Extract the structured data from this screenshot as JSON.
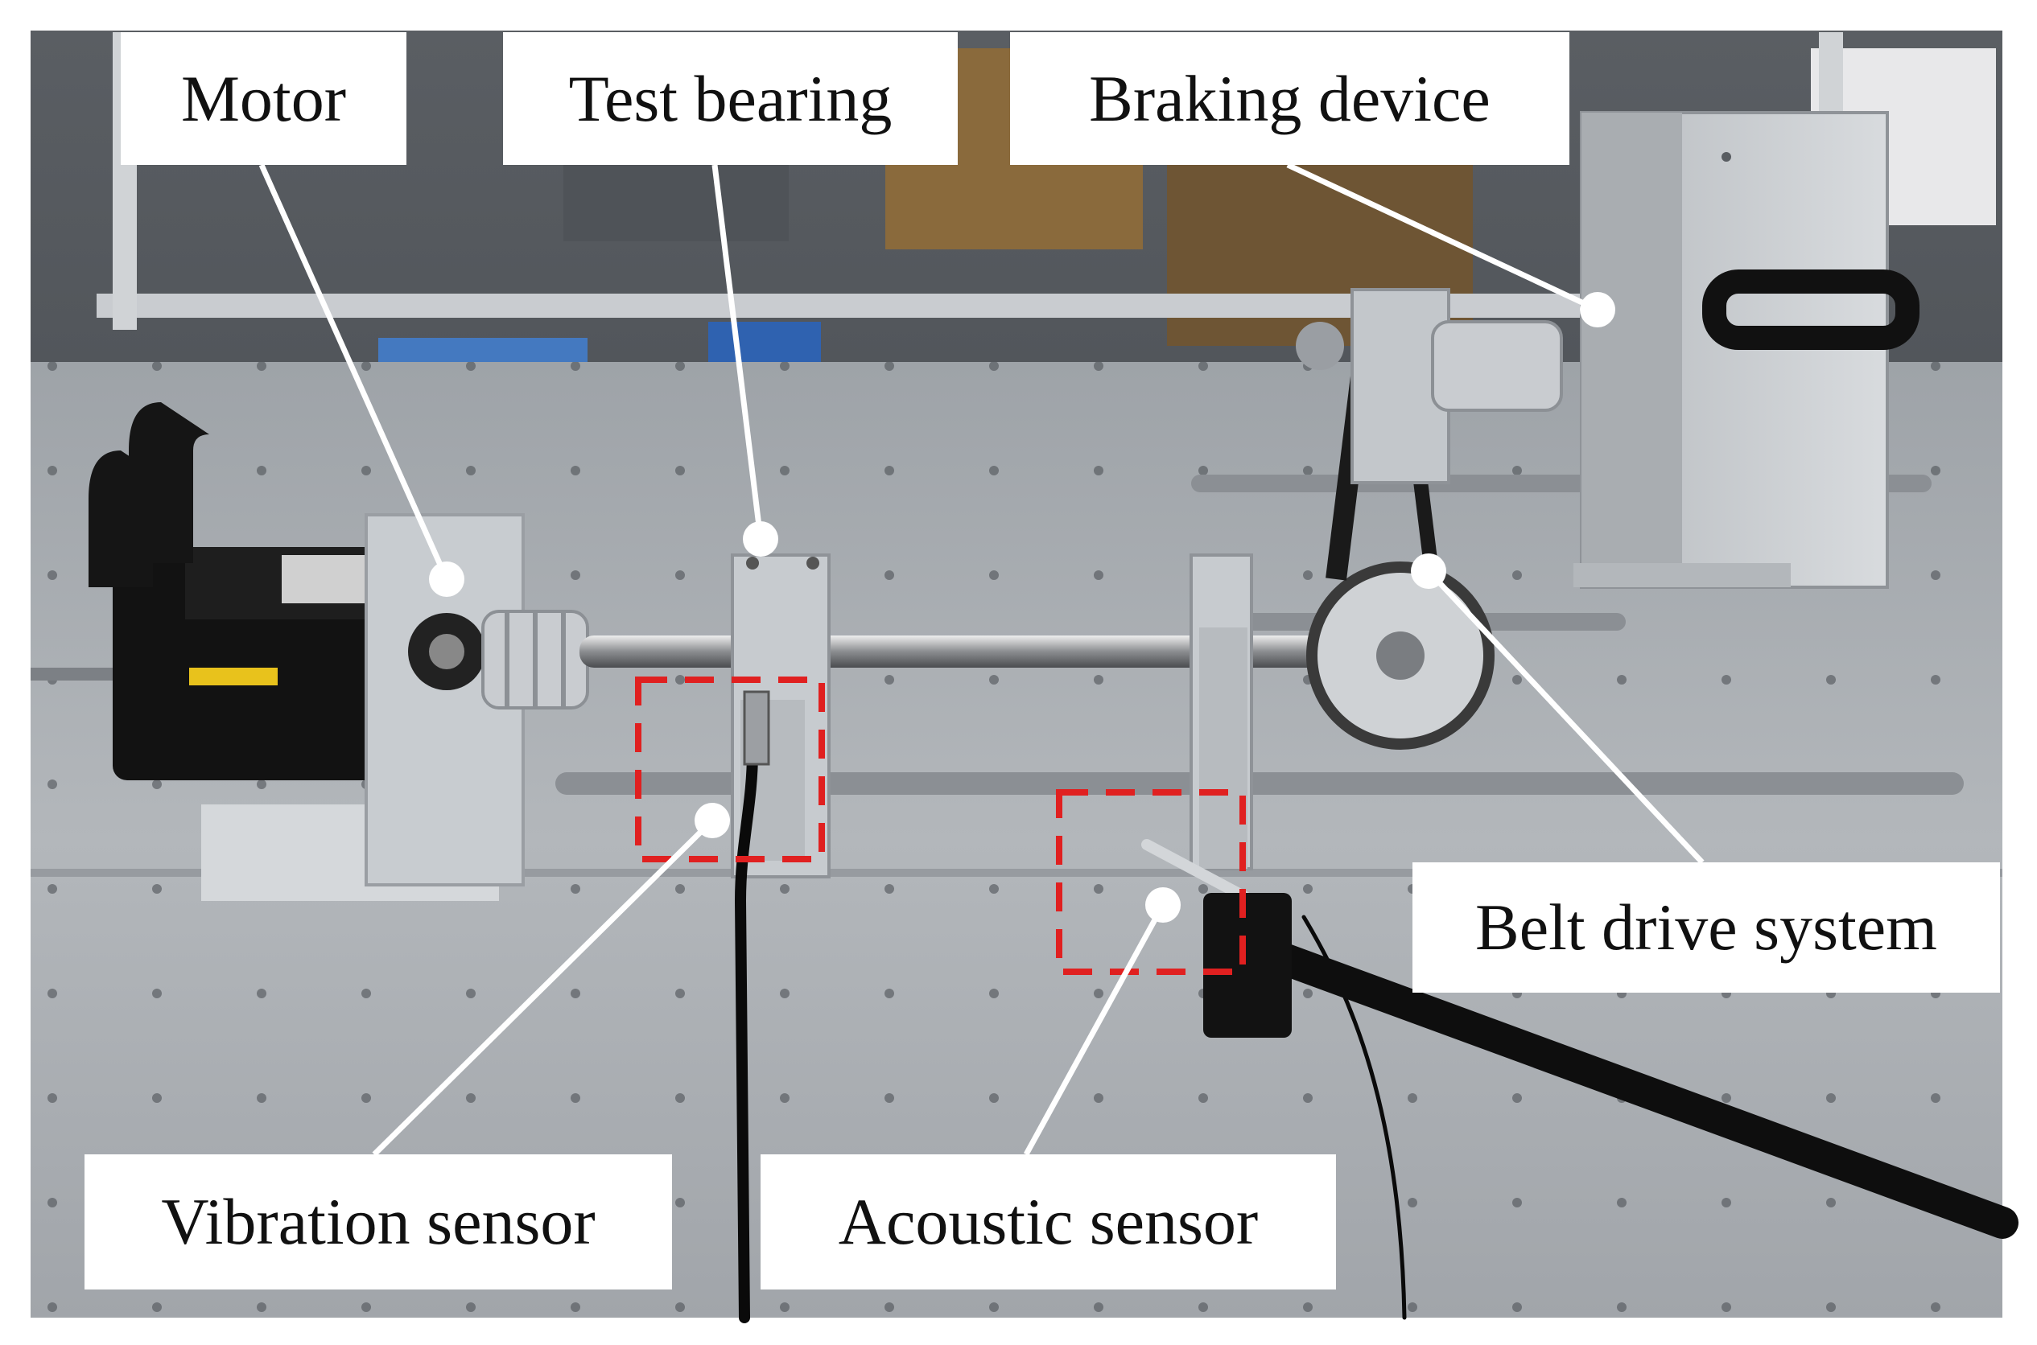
{
  "figure": {
    "labels": {
      "motor": "Motor",
      "test_bearing": "Test bearing",
      "braking_device": "Braking device",
      "belt_drive_system": "Belt drive system",
      "vibration_sensor": "Vibration sensor",
      "acoustic_sensor": "Acoustic sensor"
    },
    "colors": {
      "background": "#ffffff",
      "table_surface": "#a9adb1",
      "highlight_box": "#e02020",
      "leader_line": "#ffffff",
      "motor_body": "#111111",
      "sensor_cable": "#0a0a0a"
    }
  }
}
